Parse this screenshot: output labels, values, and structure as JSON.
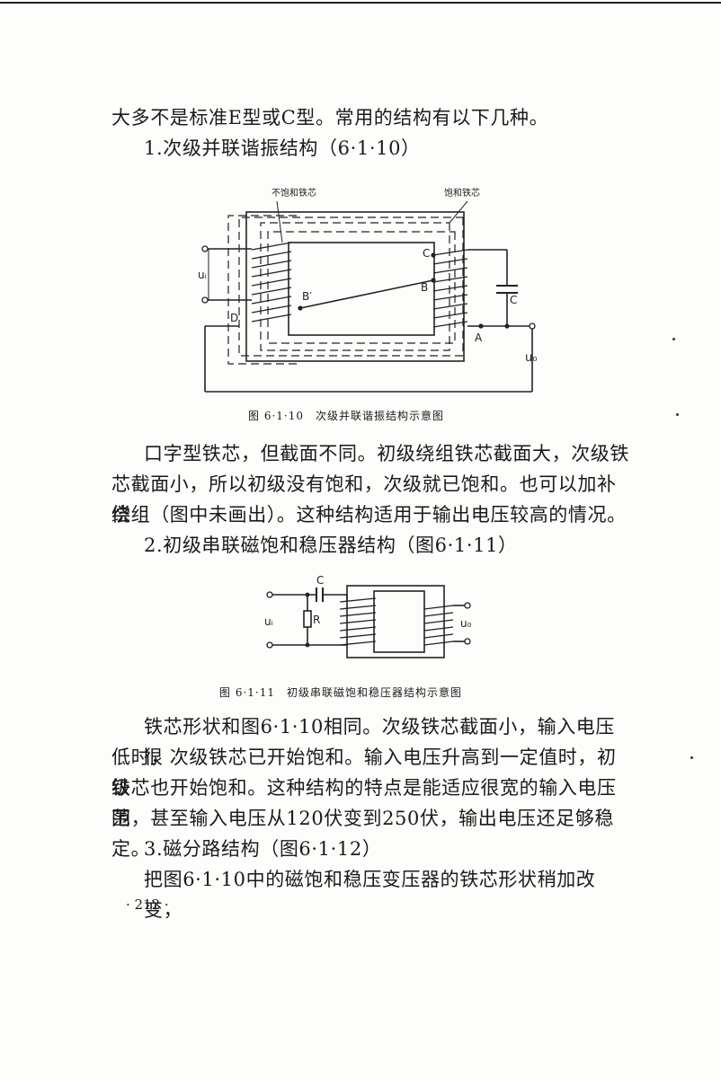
{
  "paragraphs": {
    "p1": "大多不是标准E型或C型。常用的结构有以下几种。",
    "h1": "1.次级并联谐振结构（6·1·10）",
    "p2a": "口字型铁芯，但截面不同。初级绕组铁芯截面大，次级铁",
    "p2b": "芯截面小，所以初级没有饱和，次级就已饱和。也可以加补偿",
    "p2c": "绕组（图中未画出）。这种结构适用于输出电压较高的情况。",
    "h2": "2.初级串联磁饱和稳压器结构（图6·1·11）",
    "p3a": "铁芯形状和图6·1·10相同。次级铁芯截面小，输入电压很",
    "p3b": "低时，次级铁芯已开始饱和。输入电压升高到一定值时，初级",
    "p3c": "铁芯也开始饱和。这种结构的特点是能适应很宽的输入电压范",
    "p3d": "围，甚至输入电压从120伏变到250伏，输出电压还足够稳定。",
    "h3": "3.磁分路结构（图6·1·12）",
    "p4": "把图6·1·10中的磁饱和稳压变压器的铁芯形状稍加改变，"
  },
  "figure1": {
    "caption": "图 6·1·10　次级并联谐振结构示意图",
    "label_unsat": "不饱和铁芯",
    "label_sat": "饱和铁芯",
    "ui": "uᵢ",
    "uo": "u₀",
    "c": "C",
    "cap": "C",
    "b": "B",
    "bprime": "B′",
    "a": "A",
    "d": "D"
  },
  "figure2": {
    "caption": "图 6·1·11　初级串联磁饱和稳压器结构示意图",
    "ui": "uᵢ",
    "uo": "u₀",
    "r": "R",
    "c": "C"
  },
  "page_number": "· 212 ·"
}
